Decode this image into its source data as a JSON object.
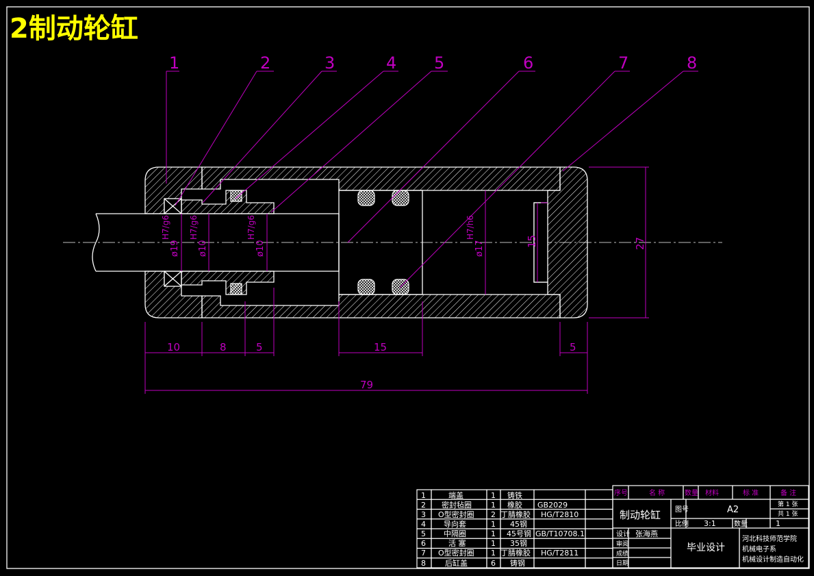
{
  "title": "2制动轮缸",
  "part_numbers": [
    "1",
    "2",
    "3",
    "4",
    "5",
    "6",
    "7",
    "8"
  ],
  "dimensions": {
    "d1": "10",
    "d2": "8",
    "d3": "5",
    "d4": "15",
    "d5": "5",
    "overall": "79",
    "height": "27",
    "inner": "15",
    "dia1": "ø19",
    "fit1": "H7/g6",
    "dia2": "ø10",
    "fit2": "H7/g6",
    "dia3": "ø10",
    "fit3": "H7/g6",
    "dia4": "ø17",
    "fit4": "H7/h6"
  },
  "bom": {
    "rows": [
      {
        "no": "1",
        "name": "端盖",
        "qty": "1",
        "material": "铸铁",
        "std": ""
      },
      {
        "no": "2",
        "name": "密封毡圈",
        "qty": "1",
        "material": "橡胶",
        "std": "GB2029"
      },
      {
        "no": "3",
        "name": "O型密封圈",
        "qty": "2",
        "material": "丁腈橡胶",
        "std": "HG/T2810"
      },
      {
        "no": "4",
        "name": "导向套",
        "qty": "1",
        "material": "45钢",
        "std": ""
      },
      {
        "no": "5",
        "name": "中隔圈",
        "qty": "1",
        "material": "45号钢",
        "std": "GB/T10708.1"
      },
      {
        "no": "6",
        "name": "活 塞",
        "qty": "1",
        "material": "35钢",
        "std": ""
      },
      {
        "no": "7",
        "name": "O型密封圈",
        "qty": "1",
        "material": "丁腈橡胶",
        "std": "HG/T2811"
      },
      {
        "no": "8",
        "name": "后缸盖",
        "qty": "6",
        "material": "铸钢",
        "std": ""
      }
    ],
    "header": [
      "序号",
      "名 称",
      "数量",
      "材料",
      "标 准",
      "备 注"
    ]
  },
  "titleblock": {
    "drawing_name": "制动轮缸",
    "drawing_no_label": "图号",
    "drawing_no": "A2",
    "sheet": "第 1 张",
    "total": "共 1 张",
    "scale_label": "比例",
    "scale": "3:1",
    "qty_label": "数量",
    "qty": "1",
    "designer_label": "设计",
    "designer": "张海燕",
    "checker_label": "审阅",
    "reviewer_label": "成绩",
    "date_label": "日期",
    "project": "毕业设计",
    "school": "河北科技师范学院",
    "dept": "机械电子系",
    "major": "机械设计制造自动化"
  }
}
